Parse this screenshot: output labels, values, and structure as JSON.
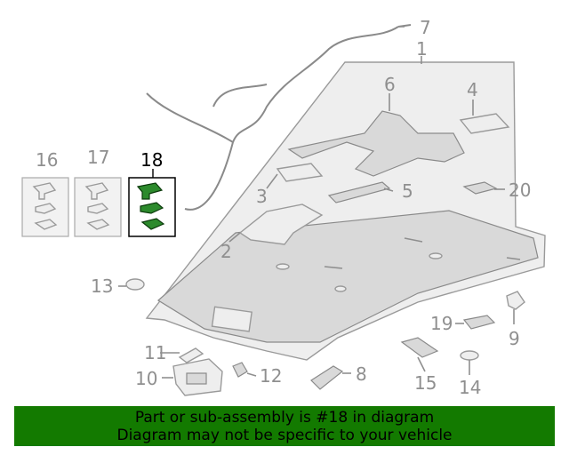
{
  "callouts": {
    "c1": "1",
    "c2": "2",
    "c3": "3",
    "c4": "4",
    "c5": "5",
    "c6": "6",
    "c7": "7",
    "c8": "8",
    "c9": "9",
    "c10": "10",
    "c11": "11",
    "c12": "12",
    "c13": "13",
    "c14": "14",
    "c15": "15",
    "c16": "16",
    "c17": "17",
    "c18": "18",
    "c19": "19",
    "c20": "20"
  },
  "highlight": {
    "part_number": "18",
    "color": "#2c8a2c",
    "banner_color": "#137a00"
  },
  "footer": {
    "line1": "Part or sub-assembly is #18 in diagram",
    "line2": "Diagram may not be specific to your vehicle"
  }
}
